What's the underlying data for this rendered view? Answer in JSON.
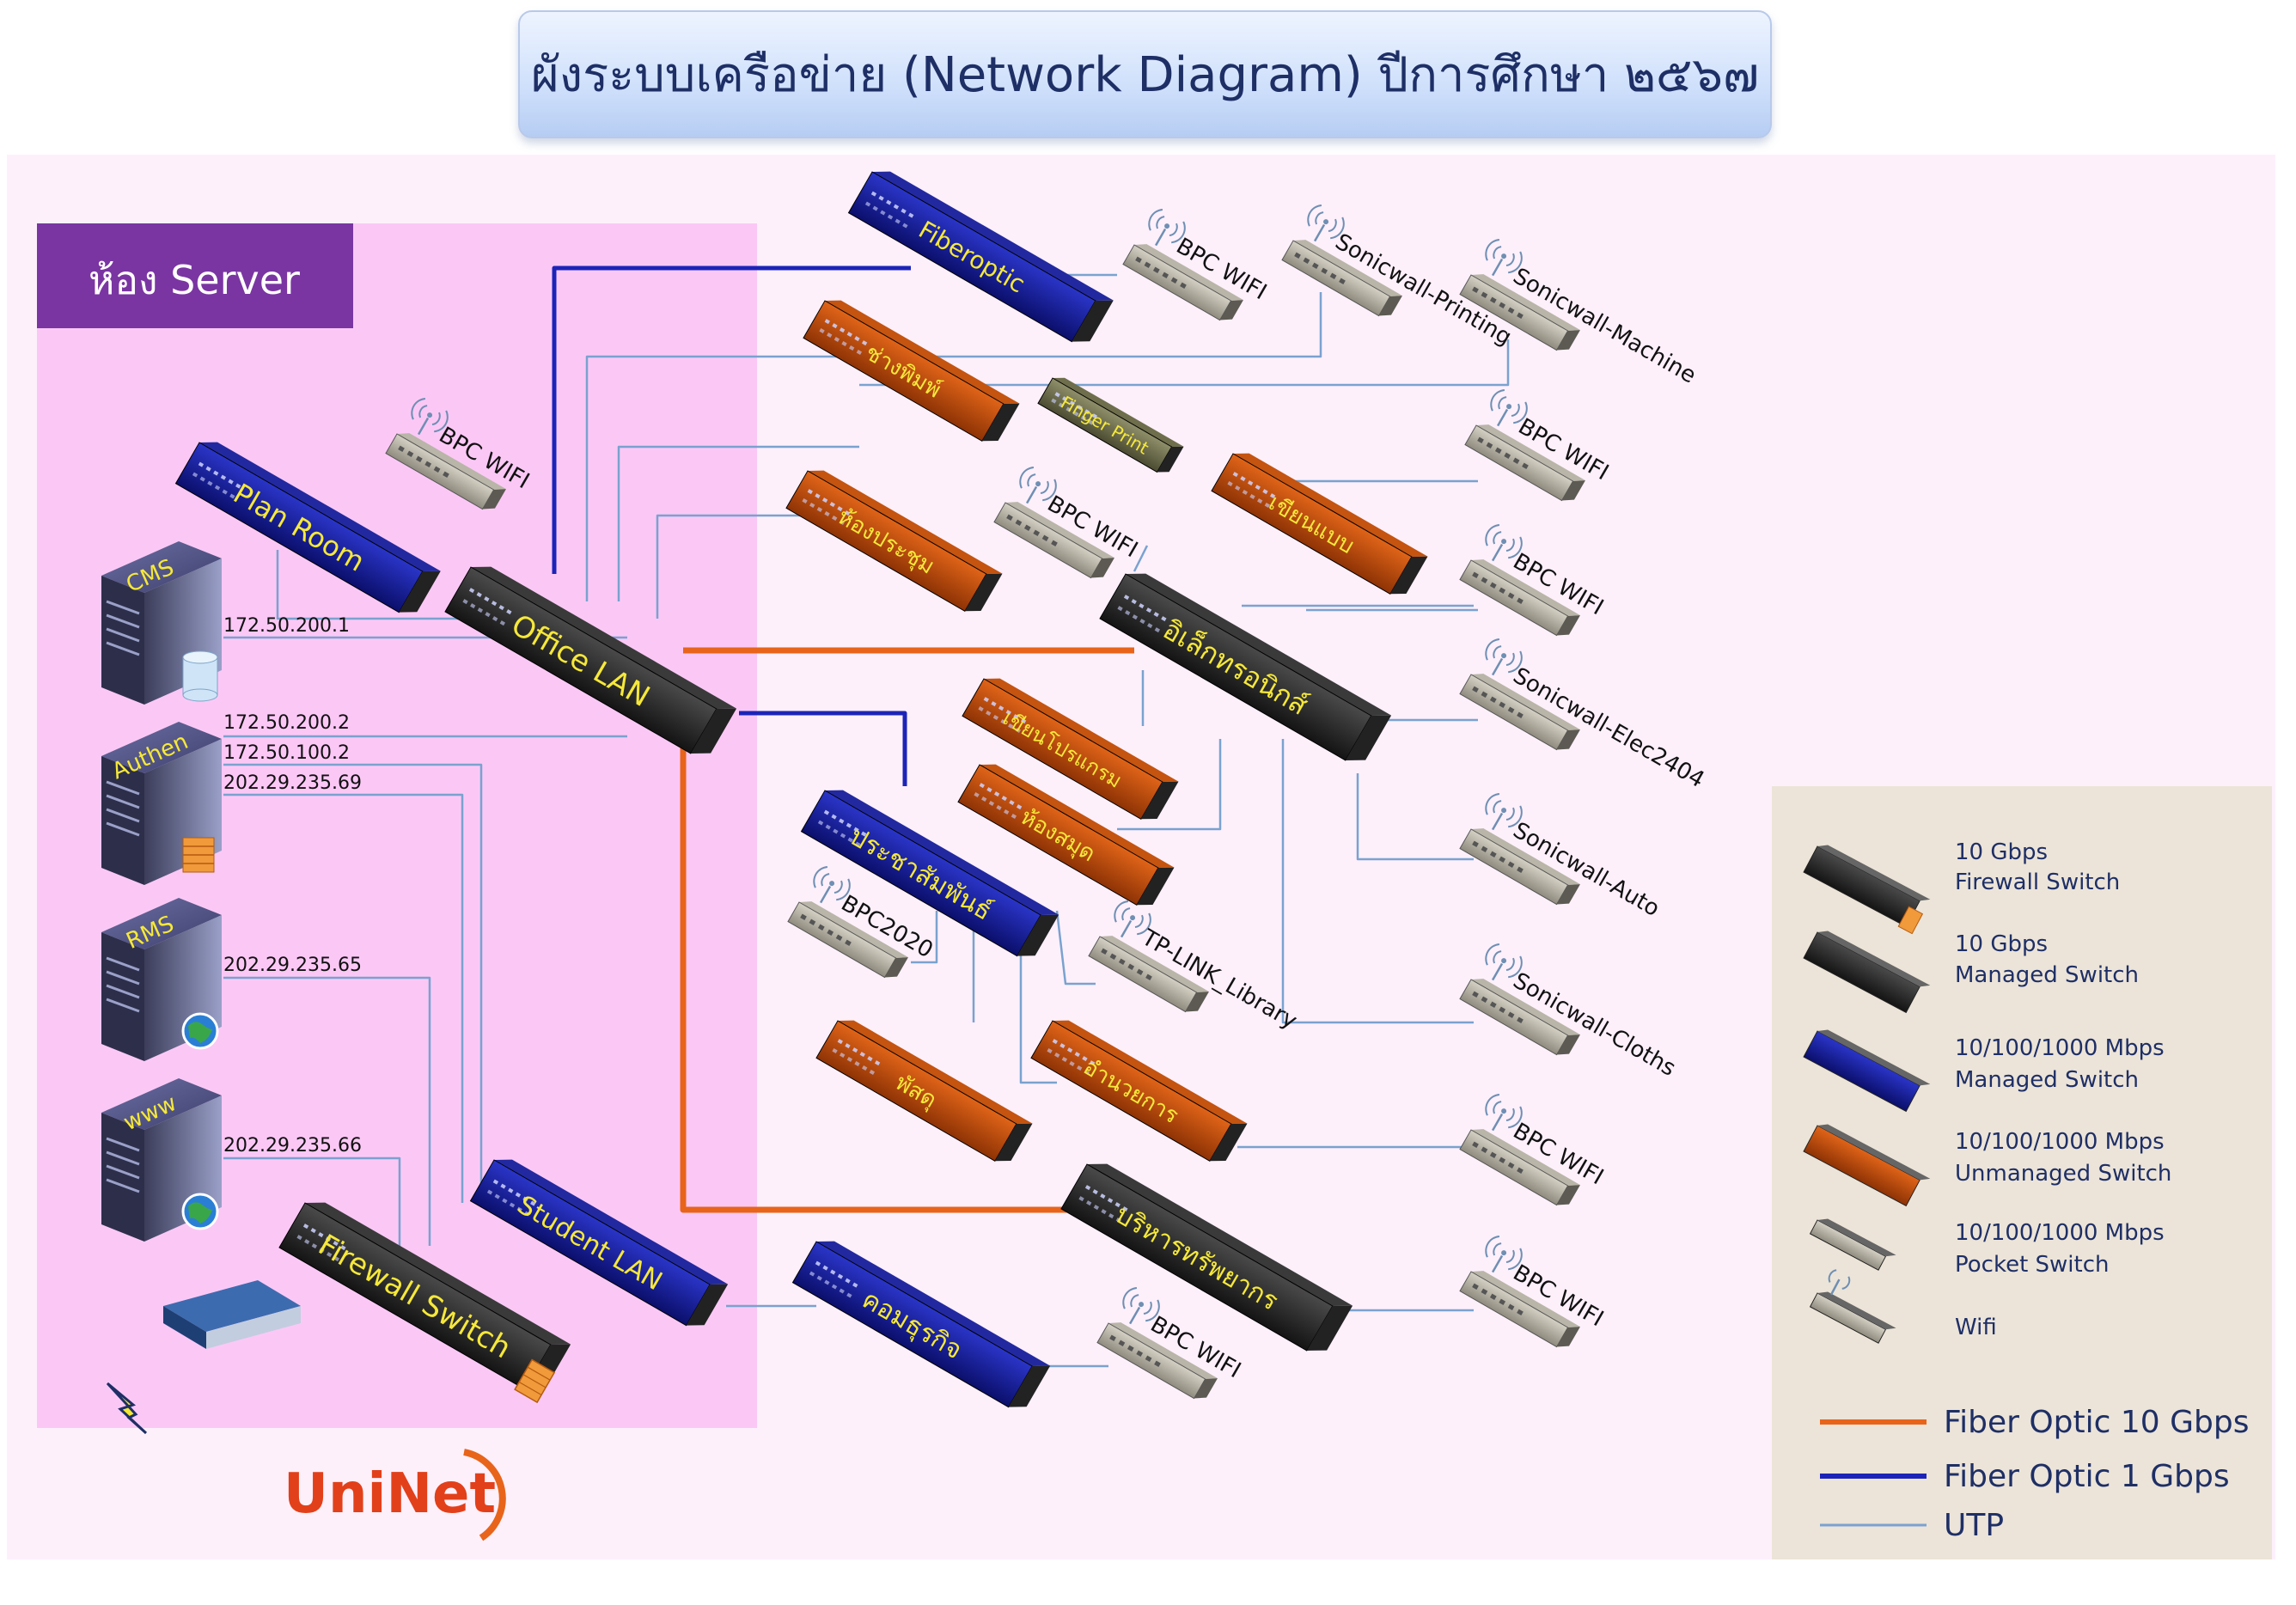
{
  "title": "ผังระบบเครือข่าย (Network Diagram) ปีการศึกษา ๒๕๖๗",
  "server_room": {
    "label": "ห้อง Server"
  },
  "colors": {
    "fiber10": "#e8641a",
    "fiber1": "#1c24b8",
    "utp": "#7aa2cf",
    "server_room_bg": "#fbc8f6",
    "server_room_label_bg": "#7a35a2",
    "legend_bg": "#ece4d8",
    "canvas_bg": "#fdf0fb"
  },
  "servers": [
    {
      "name": "CMS",
      "ips": [
        "172.50.200.1"
      ],
      "badge": "database-icon"
    },
    {
      "name": "Authen",
      "ips": [
        "172.50.200.2",
        "172.50.100.2",
        "202.29.235.69"
      ],
      "badge": "firewall-icon"
    },
    {
      "name": "RMS",
      "ips": [
        "202.29.235.65"
      ],
      "badge": "globe-icon"
    },
    {
      "name": "www",
      "ips": [
        "202.29.235.66"
      ],
      "badge": "globe-icon"
    }
  ],
  "isp": {
    "label": "UniNet"
  },
  "switches": {
    "firewall": "Firewall Switch",
    "office_lan": "Office LAN",
    "student_lan": "Student LAN",
    "plan_room": "Plan Room",
    "fiberoptic": "Fiberoptic",
    "chang_phim": "ช่างพิมพ์",
    "finger_print": "Finger Print",
    "hong_prachum": "ห้องประชุม",
    "khian_baep": "เขียนแบบ",
    "electronics": "อิเล็กทรอนิกส์",
    "khian_program": "เขียนโปรแกรม",
    "hong_samut": "ห้องสมุด",
    "pr": "ประชาสัมพันธ์",
    "phatsadu": "พัสดุ",
    "amnuaikan": "อำนวยการ",
    "borihan": "บริหารทรัพยากร",
    "kom_thurakit": "คอมธุรกิจ"
  },
  "pockets": {
    "bpc_wifi": "BPC WIFI",
    "sonicwall_printing": "Sonicwall-Printing",
    "sonicwall_machine": "Sonicwall-Machine",
    "sonicwall_elec": "Sonicwall-Elec2404",
    "sonicwall_auto": "Sonicwall-Auto",
    "sonicwall_cloths": "Sonicwall-Cloths",
    "bpc2020": "BPC2020",
    "tplink": "TP-LINK_Library"
  },
  "legend": {
    "items": [
      {
        "speed": "10 Gbps",
        "type": "Firewall Switch"
      },
      {
        "speed": "10 Gbps",
        "type": "Managed Switch"
      },
      {
        "speed": "10/100/1000 Mbps",
        "type": "Managed Switch"
      },
      {
        "speed": "10/100/1000 Mbps",
        "type": "Unmanaged Switch"
      },
      {
        "speed": "10/100/1000 Mbps",
        "type": "Pocket Switch"
      },
      {
        "speed": "",
        "type": "Wifi"
      }
    ],
    "lines": [
      {
        "label": "Fiber Optic 10 Gbps",
        "color": "#e8641a"
      },
      {
        "label": "Fiber Optic 1 Gbps",
        "color": "#1c24b8"
      },
      {
        "label": "UTP",
        "color": "#7aa2cf"
      }
    ]
  }
}
